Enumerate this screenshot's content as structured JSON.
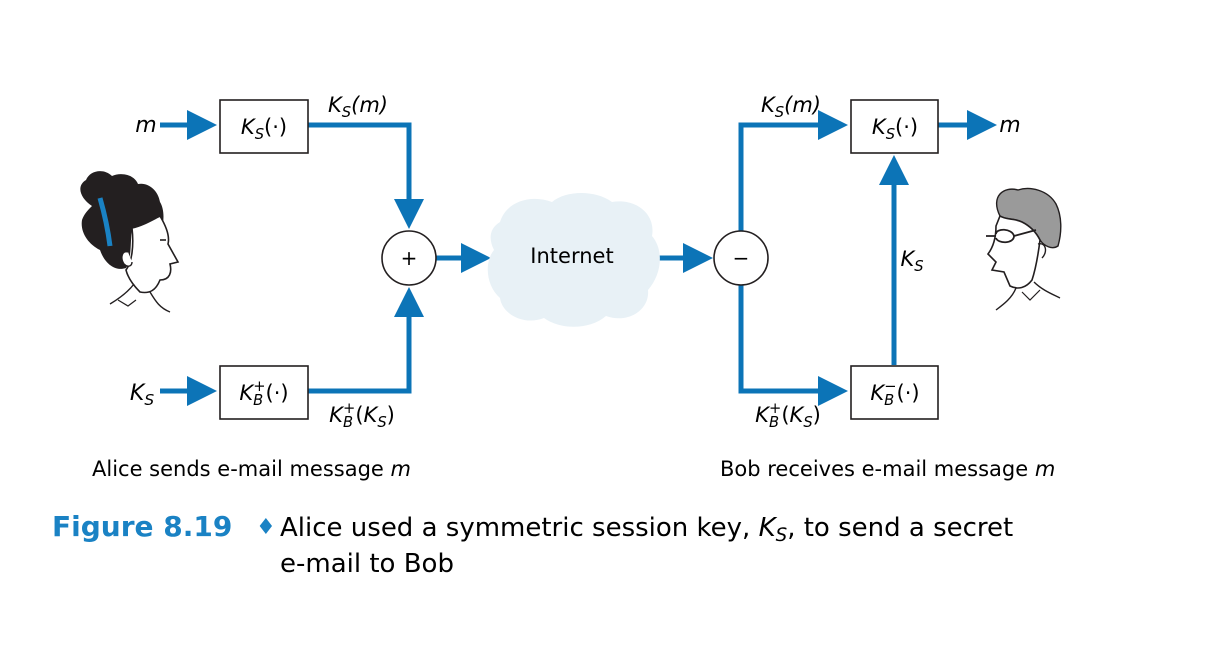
{
  "colors": {
    "arrow": "#0c74b7",
    "caption_title": "#1a82c4",
    "cloud": "#e8f1f6",
    "ink": "#231f20"
  },
  "sender": {
    "input_message": "m",
    "input_key_symbol": "K",
    "input_key_sub": "S",
    "encrypt_box": {
      "K": "K",
      "sub": "S",
      "arg": "(·)"
    },
    "pubkey_box": {
      "K": "K",
      "sub": "B",
      "sup": "+",
      "arg": "(·)"
    },
    "encrypt_output": {
      "K": "K",
      "sub": "S",
      "arg": "(m)"
    },
    "pubkey_output": {
      "K": "K",
      "sub": "B",
      "sup": "+",
      "open": "(",
      "K2": "K",
      "sub2": "S",
      "close": ")"
    },
    "combine_symbol": "+",
    "description": "Alice sends e-mail message ",
    "description_var": "m"
  },
  "network": {
    "label": "Internet"
  },
  "receiver": {
    "split_symbol": "−",
    "decrypt_box": {
      "K": "K",
      "sub": "S",
      "arg": "(·)"
    },
    "privkey_box": {
      "K": "K",
      "sub": "B",
      "sup": "−",
      "arg": "(·)"
    },
    "decrypt_input": {
      "K": "K",
      "sub": "S",
      "arg": "(m)"
    },
    "privkey_input": {
      "K": "K",
      "sub": "B",
      "sup": "+",
      "open": "(",
      "K2": "K",
      "sub2": "S",
      "close": ")"
    },
    "key_label": {
      "K": "K",
      "sub": "S"
    },
    "output_message": "m",
    "description": "Bob receives e-mail message ",
    "description_var": "m"
  },
  "caption": {
    "title": "Figure 8.19",
    "bullet": "♦",
    "line1_a": "Alice used a symmetric session key, ",
    "line1_K": "K",
    "line1_sub": "S",
    "line1_b": ", to send a secret",
    "line2": "e-mail to Bob"
  }
}
